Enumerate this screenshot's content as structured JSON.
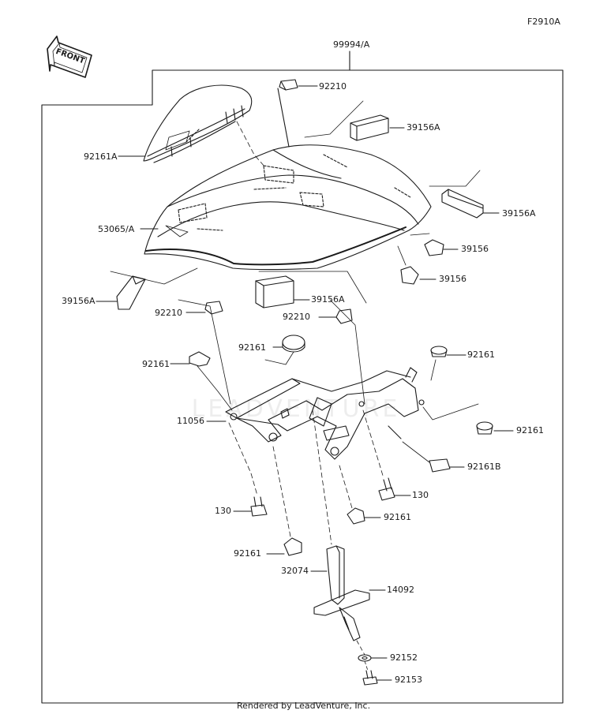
{
  "figure_id": "F2910A",
  "footer": "Rendered by LeadVenture, Inc.",
  "watermark": "LEADVENTURE",
  "front_badge": "FRONT",
  "parts": [
    {
      "id": "p-99994A",
      "label": "99994/A"
    },
    {
      "id": "p-92210-top",
      "label": "92210"
    },
    {
      "id": "p-39156A-top",
      "label": "39156A"
    },
    {
      "id": "p-92161A",
      "label": "92161A"
    },
    {
      "id": "p-39156A-right",
      "label": "39156A"
    },
    {
      "id": "p-53065A",
      "label": "53065/A"
    },
    {
      "id": "p-39156-a",
      "label": "39156"
    },
    {
      "id": "p-39156-b",
      "label": "39156"
    },
    {
      "id": "p-39156A-left",
      "label": "39156A"
    },
    {
      "id": "p-39156A-mid",
      "label": "39156A"
    },
    {
      "id": "p-92210-left",
      "label": "92210"
    },
    {
      "id": "p-92210-mid",
      "label": "92210"
    },
    {
      "id": "p-92161-mid",
      "label": "92161"
    },
    {
      "id": "p-92161-left",
      "label": "92161"
    },
    {
      "id": "p-92161-right",
      "label": "92161"
    },
    {
      "id": "p-11056",
      "label": "11056"
    },
    {
      "id": "p-92161-far",
      "label": "92161"
    },
    {
      "id": "p-92161B",
      "label": "92161B"
    },
    {
      "id": "p-130-right",
      "label": "130"
    },
    {
      "id": "p-130-left",
      "label": "130"
    },
    {
      "id": "p-92161-low",
      "label": "92161"
    },
    {
      "id": "p-92161-bottom",
      "label": "92161"
    },
    {
      "id": "p-32074",
      "label": "32074"
    },
    {
      "id": "p-14092",
      "label": "14092"
    },
    {
      "id": "p-92152",
      "label": "92152"
    },
    {
      "id": "p-92153",
      "label": "92153"
    }
  ]
}
